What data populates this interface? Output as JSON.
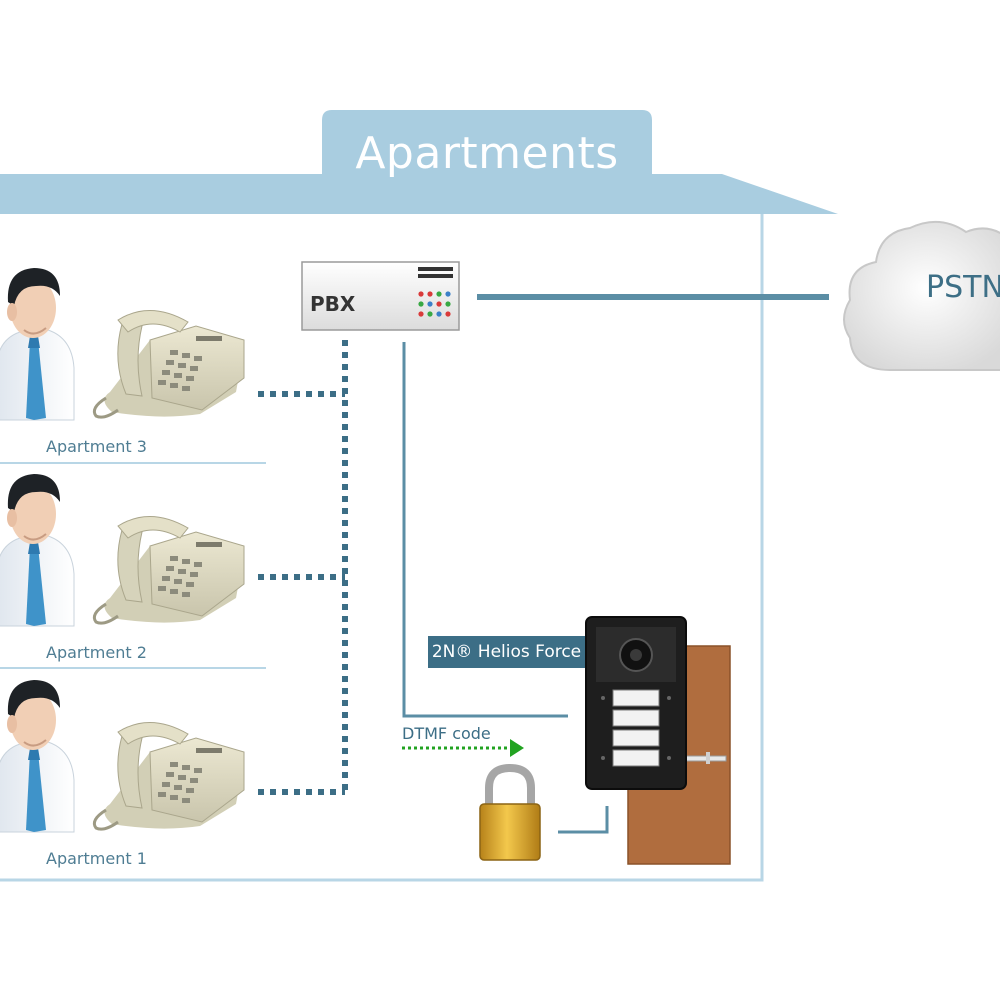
{
  "title": "Apartments",
  "pstn": {
    "label": "PSTN"
  },
  "pbx": {
    "label": "PBX"
  },
  "apartments": [
    "Apartment 3",
    "Apartment 2",
    "Apartment 1"
  ],
  "intercom": {
    "label": "2N® Helios Force"
  },
  "dtmf": {
    "label": "DTMF code"
  },
  "colors": {
    "roof": "#a9cde0",
    "wall": "#b8d6e6",
    "line": "#5b8ea5",
    "label_box": "#3c6e86",
    "door": "#b06d3e",
    "arrow": "#22a321",
    "lock": "#d9a520"
  },
  "icons": [
    "person-icon",
    "telephone-icon",
    "pbx-server-icon",
    "cloud-icon",
    "intercom-icon",
    "door-icon",
    "padlock-icon",
    "arrow-icon"
  ]
}
